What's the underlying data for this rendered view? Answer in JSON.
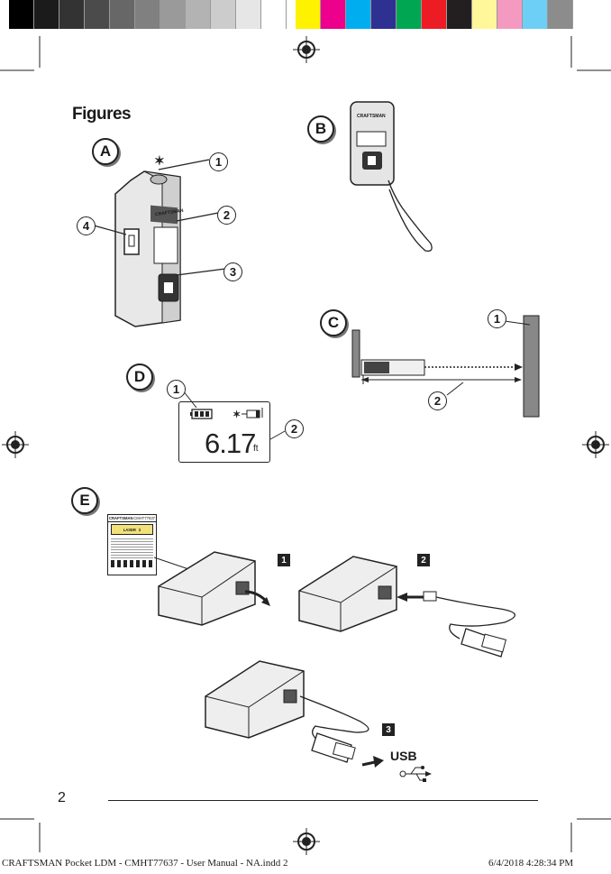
{
  "colorbar": {
    "swatches": [
      "#000000",
      "#1b1b1b",
      "#333333",
      "#4b4b4b",
      "#676767",
      "#808080",
      "#9a9a9a",
      "#b3b3b3",
      "#cccccc",
      "#e6e6e6",
      "#ffffff",
      "GAP",
      "#fff200",
      "#ec008c",
      "#00aeef",
      "#2e3192",
      "#00a651",
      "#ed1c24",
      "#231f20",
      "#fff799",
      "#f49ac1",
      "#6dcff6",
      "#8c8c8c"
    ]
  },
  "heading": "Figures",
  "figures": {
    "a": {
      "label": "A",
      "callouts": [
        "1",
        "2",
        "3",
        "4"
      ],
      "brand": "CRAFTSMAN"
    },
    "b": {
      "label": "B",
      "brand": "CRAFTSMAN"
    },
    "c": {
      "label": "C",
      "callouts": [
        "1",
        "2"
      ]
    },
    "d": {
      "label": "D",
      "callouts": [
        "1",
        "2"
      ],
      "reading": "6.17",
      "unit": "ft"
    },
    "e": {
      "label": "E",
      "steps": [
        "1",
        "2",
        "3"
      ],
      "usb": "USB",
      "sticker": {
        "brand": "CRAFTSMAN",
        "model": "CMHT77637",
        "laser": "LASER",
        "class": "2"
      }
    }
  },
  "page_number": "2",
  "footer": {
    "left": "CRAFTSMAN Pocket LDM - CMHT77637 - User Manual - NA.indd   2",
    "right": "6/4/2018   4:28:34 PM"
  }
}
